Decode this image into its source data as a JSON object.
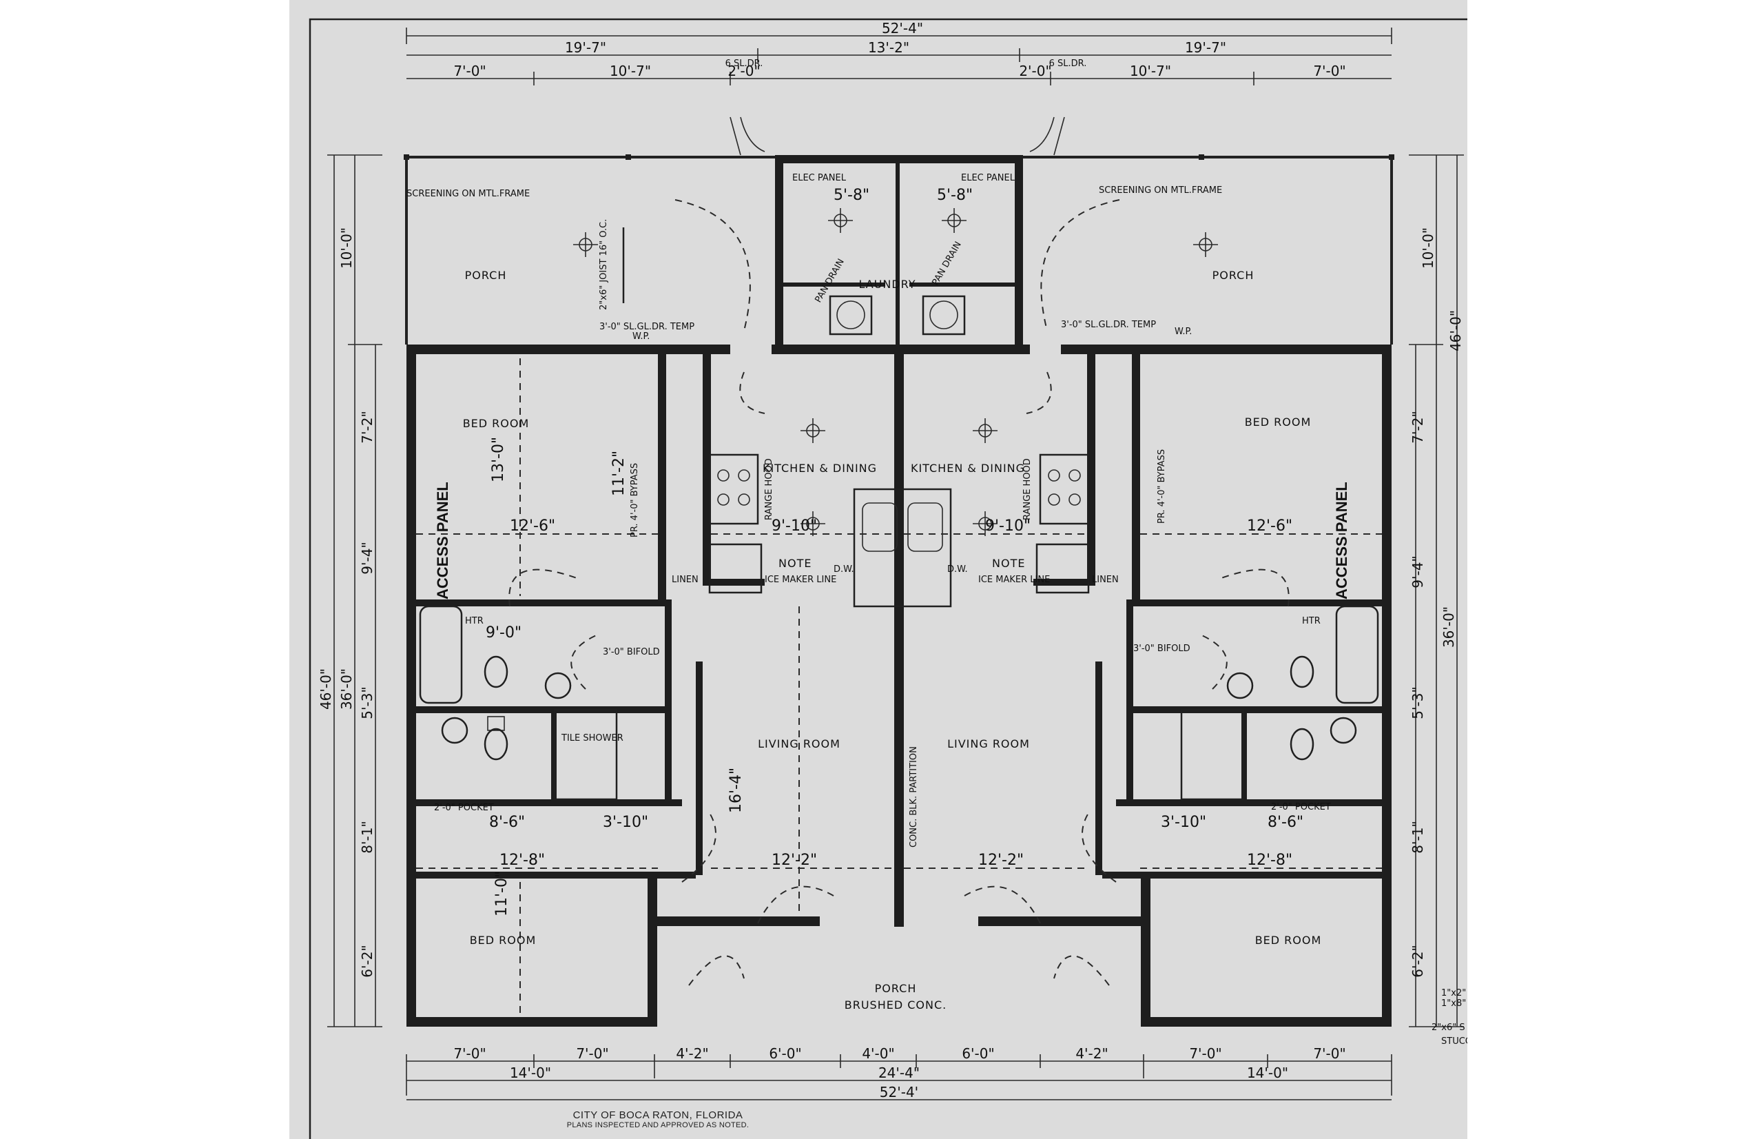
{
  "dimensions": {
    "top_overall": "52'-4\"",
    "top_segments": [
      "19'-7\"",
      "13'-2\"",
      "19'-7\""
    ],
    "top_sub": [
      "7'-0\"",
      "10'-7\"",
      "2'-0\"",
      "2'-0\"",
      "10'-7\"",
      "7'-0\""
    ],
    "top_sldr": [
      "6 SL.DR.",
      "6 SL.DR."
    ],
    "bottom_sub": [
      "7'-0\"",
      "7'-0\"",
      "4'-2\"",
      "6'-0\"",
      "4'-0\"",
      "6'-0\"",
      "4'-2\"",
      "7'-0\"",
      "7'-0\""
    ],
    "bottom_mid": [
      "14'-0\"",
      "24'-4\"",
      "14'-0\""
    ],
    "bottom_overall": "52'-4'",
    "left_overall": "46'-0\"",
    "left_inner": "36'-0\"",
    "right_overall": "46'-0\"",
    "right_inner": "36'-0\"",
    "porch_depth": "10'-0\"",
    "left_side": [
      "7'-2\"",
      "9'-4\"",
      "5'-3\"",
      "8'-1\"",
      "6'-2\""
    ],
    "right_side": [
      "7'-2\"",
      "9'-4\"",
      "5'-3\"",
      "8'-1\"",
      "6'-2\""
    ],
    "interior": [
      "13'-0\"",
      "12'-6\"",
      "12'-6\"",
      "11'-2\"",
      "9'-10\"",
      "9'-10\"",
      "16'-4\"",
      "12'-8\"",
      "12'-2\"",
      "12'-2\"",
      "12'-8\"",
      "11'-0\"",
      "8'-6\"",
      "8'-6\"",
      "3'-10\"",
      "3'-10\"",
      "5'-8\"",
      "5'-8\"",
      "9'-0\""
    ]
  },
  "rooms": {
    "porch_left": "PORCH",
    "porch_right": "PORCH",
    "bedroom_ul": "BED ROOM",
    "bedroom_ur": "BED ROOM",
    "bedroom_ll": "BED ROOM",
    "bedroom_lr": "BED ROOM",
    "kitchen_left": "KITCHEN & DINING",
    "kitchen_right": "KITCHEN & DINING",
    "living_left": "LIVING ROOM",
    "living_right": "LIVING ROOM",
    "laundry": "LAUNDRY",
    "porch_front": "PORCH",
    "porch_front_sub": "BRUSHED CONC."
  },
  "notes": {
    "screening_left": "SCREENING ON MTL.FRAME",
    "screening_right": "SCREENING ON MTL.FRAME",
    "joist": "2\"x6\" JOIST 16\" O.C.",
    "sl_gl_dr_left": "3'-0\" SL.GL.DR. TEMP",
    "sl_gl_dr_right": "3'-0\" SL.GL.DR. TEMP",
    "wp_left": "W.P.",
    "wp_right": "W.P.",
    "access_left": "ACCESS PANEL",
    "access_right": "ACCESS PANEL",
    "note_left": "NOTE",
    "note_right": "NOTE",
    "icemaker_left": "ICE MAKER LINE",
    "icemaker_right": "ICE MAKER LINE",
    "bifold_left": "3'-0\" BIFOLD",
    "bifold_right": "3'-0\" BIFOLD",
    "pocket_left": "2'-0\" POCKET",
    "pocket_right": "2'-0\" POCKET",
    "bypass_left": "PR. 4'-0\" BYPASS",
    "bypass_right": "PR. 4'-0\" BYPASS",
    "tile_shower": "TILE SHOWER",
    "pan_drain_left": "PAN DRAIN",
    "pan_drain_right": "PAN DRAIN",
    "partition": "CONC. BLK. PARTITION",
    "dw_left": "D.W.",
    "dw_right": "D.W.",
    "elec_panel_left": "ELEC PANEL",
    "elec_panel_right": "ELEC PANEL",
    "range_hood_left": "RANGE HOOD",
    "range_hood_right": "RANGE HOOD",
    "linen_left": "LINEN",
    "linen_right": "LINEN",
    "htr_left": "HTR",
    "htr_right": "HTR"
  },
  "margin_notes": [
    "1\"x2\"",
    "1\"x8\"",
    "2\"x6\" S",
    "STUCC"
  ],
  "stamp": {
    "line1": "CITY OF BOCA RATON, FLORIDA",
    "line2": "PLANS INSPECTED AND APPROVED AS NOTED."
  }
}
